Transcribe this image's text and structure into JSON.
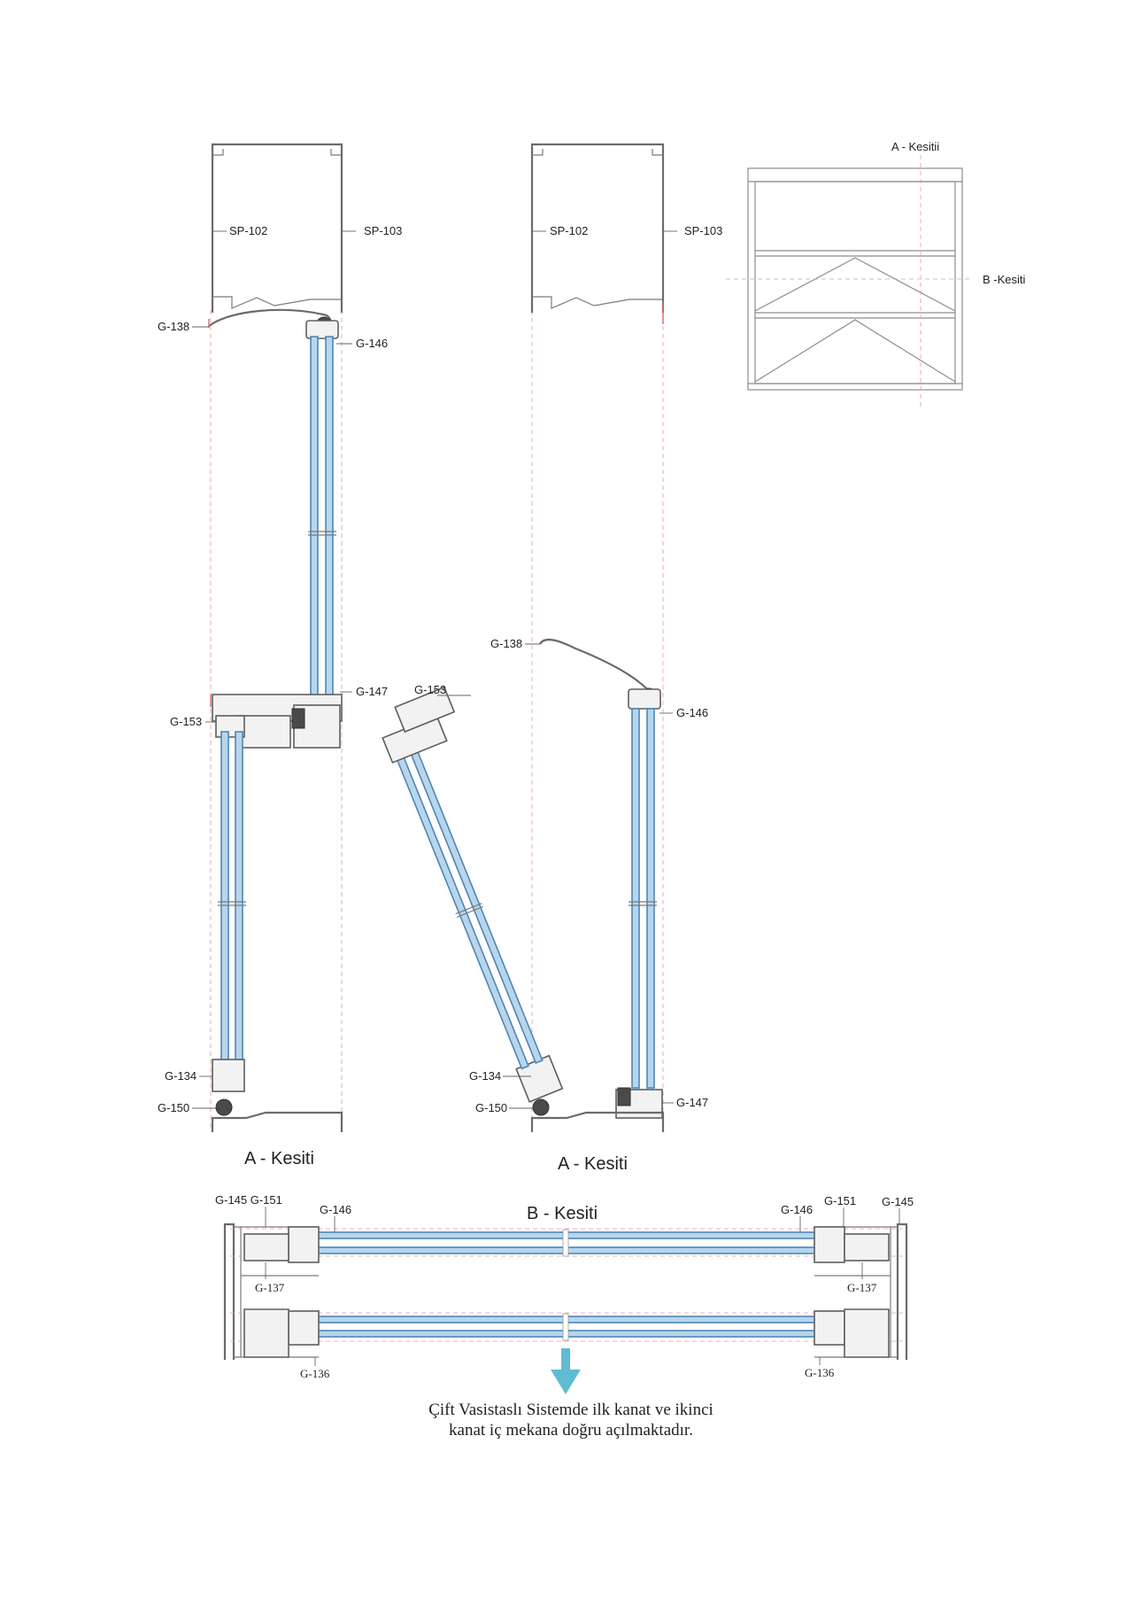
{
  "labels": {
    "sp102": "SP-102",
    "sp103": "SP-103",
    "g134": "G-134",
    "g136": "G-136",
    "g137": "G-137",
    "g138": "G-138",
    "g145": "G-145",
    "g146": "G-146",
    "g147": "G-147",
    "g150": "G-150",
    "g151": "G-151",
    "g153": "G-153",
    "g145_g151": "G-145 G-151"
  },
  "titles": {
    "section_a": "A - Kesiti",
    "section_b": "B - Kesiti",
    "key_a": "A - Kesitii",
    "key_b": "B -Kesiti"
  },
  "note": {
    "line1": "Çift Vasistaslı Sistemde ilk kanat ve ikinci",
    "line2": "kanat iç mekana doğru açılmaktadır."
  },
  "colors": {
    "glass_fill": "#b7d6ec",
    "glass_edge": "#4f86b5",
    "profile": "#6b6b6b",
    "axis_red": "#e79a9a",
    "arrow": "#5fbcd3"
  }
}
